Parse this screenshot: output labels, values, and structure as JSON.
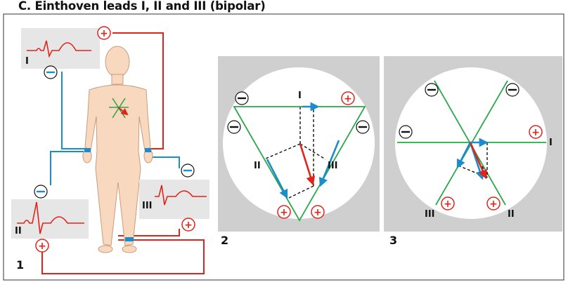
{
  "title": "C.  Einthoven leads I, II and III (bipolar)",
  "panels": [
    {
      "number": "1",
      "lead_labels": [
        "I",
        "II",
        "III"
      ]
    },
    {
      "number": "2",
      "lead_labels": [
        "I",
        "II",
        "III"
      ]
    },
    {
      "number": "3",
      "lead_labels": [
        "I",
        "II",
        "III"
      ]
    }
  ],
  "polarity": {
    "positive": "+",
    "negative": "−"
  },
  "colors": {
    "positive_wire": "#e2231a",
    "negative_wire": "#1b8ccc",
    "lead_axis": "#2aa84a",
    "vector": "#e2231a",
    "projection": "#1b8ccc",
    "skin": "#f8d9bf",
    "ecg_panel": "#e6e6e6",
    "diagram_panel": "#cfcfcf"
  }
}
